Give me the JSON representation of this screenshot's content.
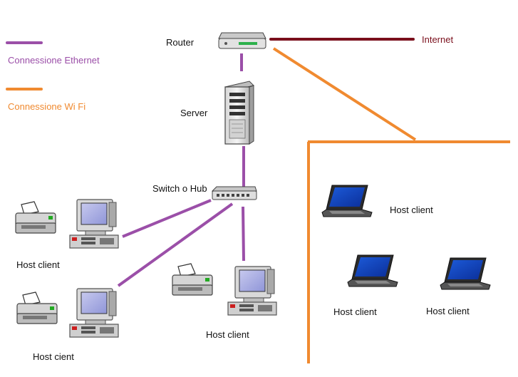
{
  "colors": {
    "ethernet": "#9b4fa8",
    "wifi": "#f08a30",
    "internet": "#7a0f1c"
  },
  "legend": {
    "ethernet": "Connessione Ethernet",
    "wifi": "Connessione Wi Fi"
  },
  "labels": {
    "router": "Router",
    "internet": "Internet",
    "server": "Server",
    "switch": "Switch o Hub",
    "host_left_top": "Host client",
    "host_left_bottom": "Host cient",
    "host_center": "Host client",
    "laptop_top": "Host client",
    "laptop_left": "Host client",
    "laptop_right": "Host client"
  },
  "icons": [
    "router-icon",
    "server-icon",
    "switch-icon",
    "desktop-icon",
    "printer-icon",
    "laptop-icon"
  ]
}
